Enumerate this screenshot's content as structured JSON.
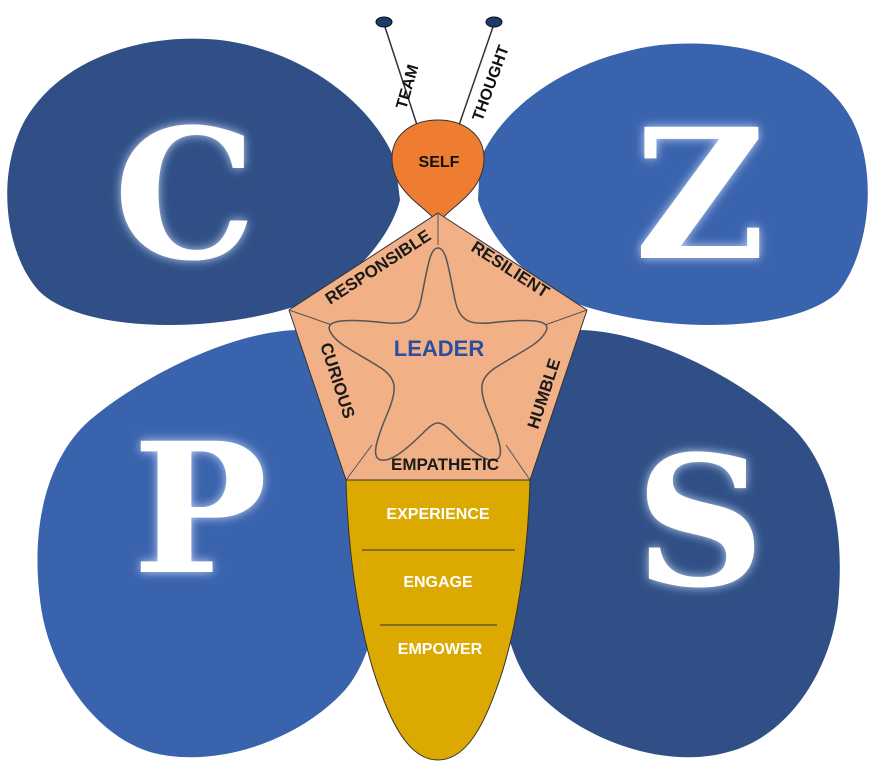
{
  "colors": {
    "wing_dark": "#2f4f86",
    "wing_light": "#3a63ad",
    "pentagon": "#f2b086",
    "head": "#ee7d31",
    "abdomen": "#dba900",
    "leader_text": "#2b4f9e"
  },
  "wings": {
    "top_left_letter": "C",
    "top_right_letter": "Z",
    "bottom_left_letter": "P",
    "bottom_right_letter": "S"
  },
  "antennae": {
    "left": "TEAM",
    "right": "THOUGHT"
  },
  "head": {
    "label": "SELF"
  },
  "pentagon": {
    "center": "LEADER",
    "top_left": "RESPONSIBLE",
    "top_right": "RESILIENT",
    "left": "CURIOUS",
    "right": "HUMBLE",
    "bottom": "EMPATHETIC"
  },
  "abdomen": {
    "sections": [
      "EXPERIENCE",
      "ENGAGE",
      "EMPOWER"
    ]
  }
}
